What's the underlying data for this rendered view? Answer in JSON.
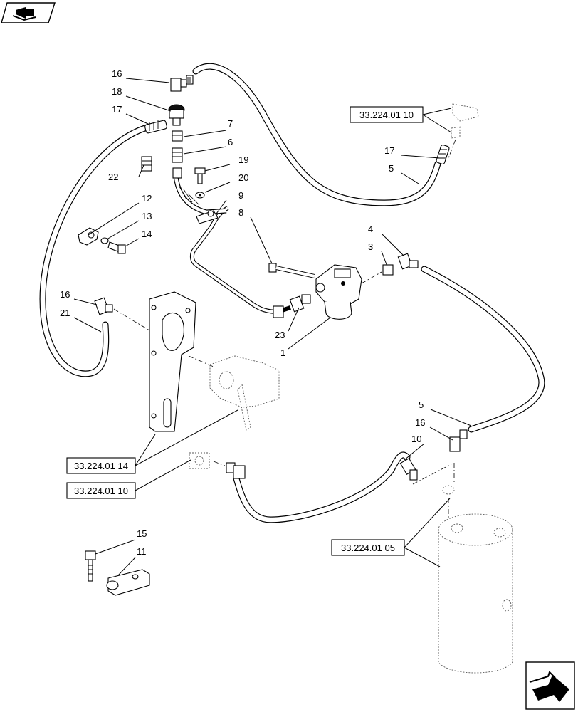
{
  "diagram": {
    "part_labels": {
      "p1": "1",
      "p3": "3",
      "p4": "4",
      "p5a": "5",
      "p5b": "5",
      "p6": "6",
      "p7": "7",
      "p8": "8",
      "p9": "9",
      "p10": "10",
      "p11": "11",
      "p12": "12",
      "p13": "13",
      "p14": "14",
      "p15": "15",
      "p16a": "16",
      "p16b": "16",
      "p16c": "16",
      "p17a": "17",
      "p17b": "17",
      "p18": "18",
      "p19": "19",
      "p20": "20",
      "p21": "21",
      "p22": "22",
      "p23": "23"
    },
    "references": {
      "ref_top_right": "33.224.01 10",
      "ref_bracket": "33.224.01 14",
      "ref_coupler": "33.224.01 10",
      "ref_tank": "33.224.01 05"
    }
  },
  "icons": {
    "top_left": "book-arrow-icon",
    "bottom_right": "next-page-arrow-icon"
  }
}
